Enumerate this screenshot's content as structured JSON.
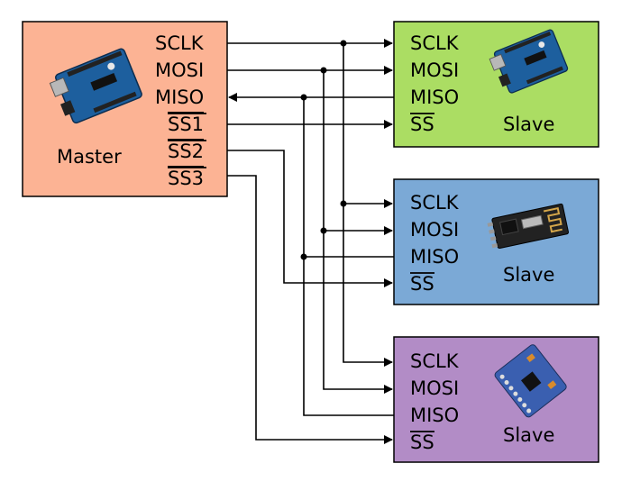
{
  "colors": {
    "master_fill": "#fcb394",
    "slave1_fill": "#abdd63",
    "slave2_fill": "#7ba9d6",
    "slave3_fill": "#b28cc6",
    "wire": "#000000"
  },
  "master": {
    "label": "Master",
    "icon": "arduino-board-icon",
    "pins": {
      "sclk": "SCLK",
      "mosi": "MOSI",
      "miso": "MISO",
      "ss1": "SS1",
      "ss2": "SS2",
      "ss3": "SS3"
    }
  },
  "slaves": [
    {
      "label": "Slave",
      "icon": "arduino-board-icon",
      "pins": {
        "sclk": "SCLK",
        "mosi": "MOSI",
        "miso": "MISO",
        "ss": "SS"
      }
    },
    {
      "label": "Slave",
      "icon": "rf-module-icon",
      "pins": {
        "sclk": "SCLK",
        "mosi": "MOSI",
        "miso": "MISO",
        "ss": "SS"
      }
    },
    {
      "label": "Slave",
      "icon": "sensor-breakout-icon",
      "pins": {
        "sclk": "SCLK",
        "mosi": "MOSI",
        "miso": "MISO",
        "ss": "SS"
      }
    }
  ]
}
